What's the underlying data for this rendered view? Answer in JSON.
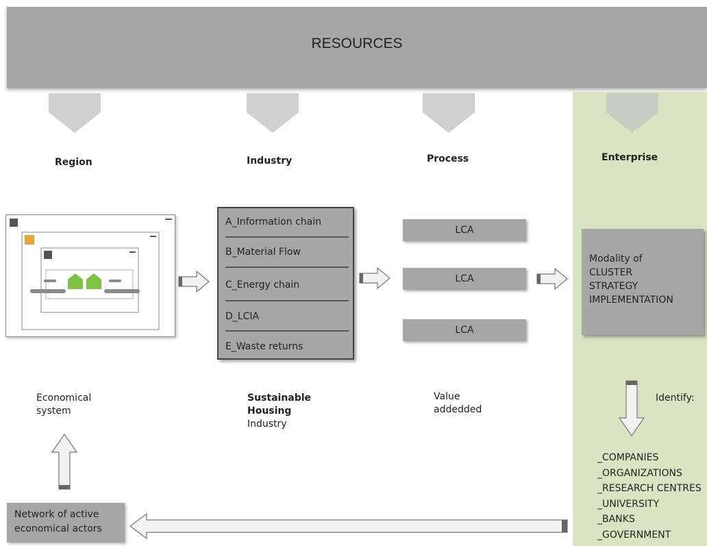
{
  "banner": {
    "title": "RESOURCES"
  },
  "levels": {
    "region": "Region",
    "industry": "Industry",
    "process": "Process",
    "enterprise": "Enterprise"
  },
  "industry_chains": [
    "A_Information  chain",
    "B_Material Flow",
    "C_Energy chain",
    "D_LCIA",
    "E_Waste returns"
  ],
  "process_boxes": [
    "LCA",
    "LCA",
    "LCA"
  ],
  "modality": [
    "Modality of",
    "CLUSTER",
    "STRATEGY",
    "IMPLEMENTATION"
  ],
  "captions": {
    "region": [
      "Economical",
      "system"
    ],
    "industry_bold": [
      "Sustainable",
      "Housing"
    ],
    "industry_normal": "Industry",
    "process": [
      "Value",
      "addedded"
    ],
    "identify": "Identify:"
  },
  "actors": [
    "_COMPANIES",
    "_ORGANIZATIONS",
    "_RESEARCH CENTRES",
    "_UNIVERSITY",
    "_BANKS",
    "_GOVERNMENT"
  ],
  "network": [
    "Network of active",
    "economical actors"
  ],
  "colors": {
    "banner": "#a6a6a6",
    "enterprise_panel": "#d8e4c2",
    "building_green": "#7dc242",
    "box_gray": "#a6a6a6"
  }
}
